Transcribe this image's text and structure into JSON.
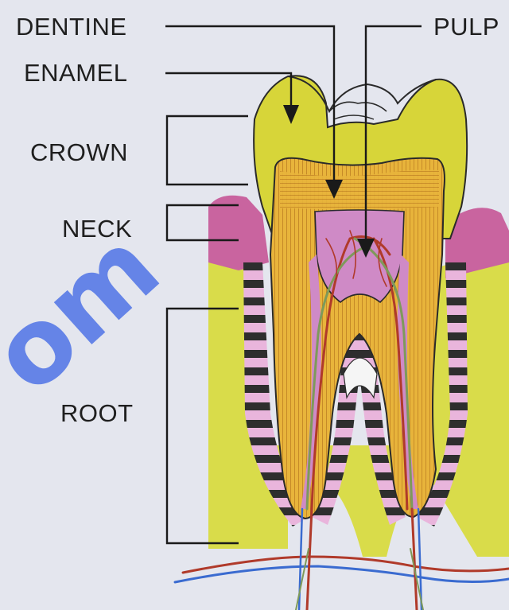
{
  "labels": {
    "dentine": "DENTINE",
    "enamel": "ENAMEL",
    "crown": "CROWN",
    "neck": "NECK",
    "root": "ROOT",
    "pulp": "PULP"
  },
  "watermark": "om",
  "colors": {
    "background": "#e4e6ee",
    "enamel": "#d7d539",
    "dentine": "#e7b33a",
    "dentine_lines": "#b8781f",
    "pulp": "#cf8ac6",
    "gum": "#c9649f",
    "bone": "#d9dc4a",
    "ligament_dark": "#2e2e2e",
    "vessel_red": "#b03a2a",
    "vessel_blue": "#3a6bd0",
    "nerve_green": "#7e9a5a",
    "leader_line": "#1a1a1a",
    "watermark": "#4f74e6"
  }
}
